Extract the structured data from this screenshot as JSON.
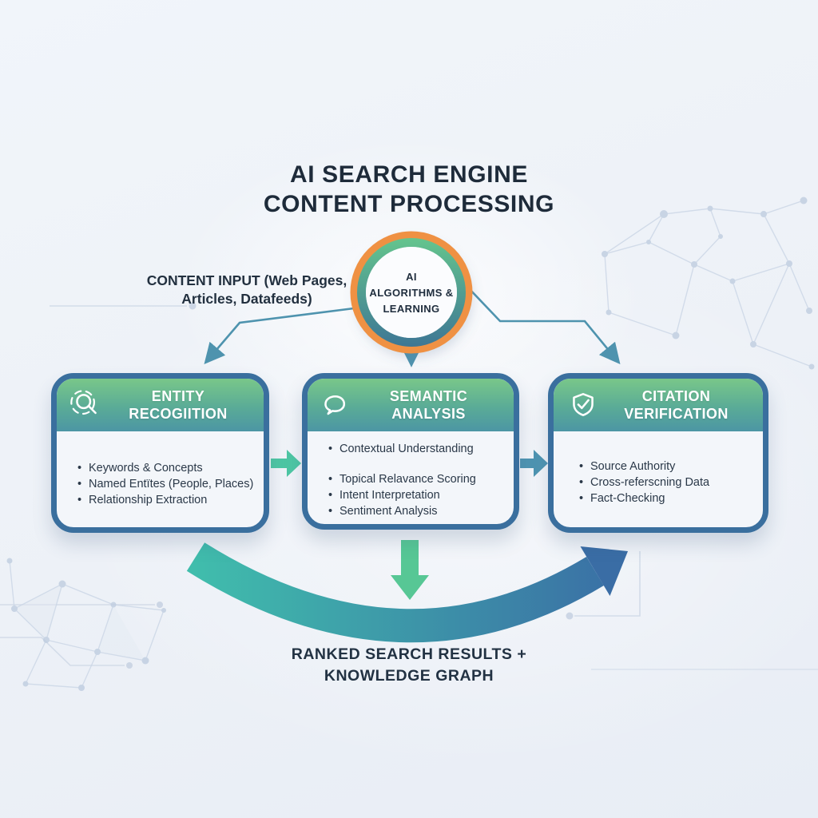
{
  "title": {
    "line1": "AI SEARCH ENGINE",
    "line2": "CONTENT PROCESSING"
  },
  "content_input": {
    "line1": "CONTENT INPUT (Web Pages,",
    "line2": "Articles, Datafeeds)"
  },
  "center_node": {
    "line1": "AI",
    "line2": "ALGORITHMS &",
    "line3": "LEARNING"
  },
  "boxes": [
    {
      "title_line1": "ENTITY",
      "title_line2": "RECOGIITION",
      "icon": "magnifier-scan-icon",
      "items": [
        "Keywords & Concepts",
        "Named Entïtes (People, Places)",
        "Relationship Extraction"
      ]
    },
    {
      "title_line1": "SEMANTIC",
      "title_line2": "ANALYSIS",
      "icon": "speech-bubble-icon",
      "items": [
        "Contextual Understanding",
        "Topical Relavance Scoring",
        "Intent Interpretation",
        "Sentiment Analysis"
      ]
    },
    {
      "title_line1": "CITATION",
      "title_line2": "VERIFICATION",
      "icon": "shield-check-icon",
      "items": [
        "Source Authority",
        "Cross-referscning Data",
        "Fact-Checking"
      ]
    }
  ],
  "output": {
    "line1": "RANKED SEARCH RESULTS +",
    "line2": "KNOWLEDGE GRAPH"
  },
  "colors": {
    "background": "#edf1f7",
    "title_text": "#1e2b3a",
    "box_border": "#3a6f9e",
    "header_gradient_top": "#79c789",
    "header_gradient_bottom": "#4c96a4",
    "ring_orange": "#ef9143",
    "ring_gradient_top": "#66c88d",
    "ring_gradient_bottom": "#3b7295",
    "connector": "#4e93ae",
    "arrow_teal": "#4ec7a4",
    "arrow_blue": "#4f95b2",
    "arrow_green": "#57c795",
    "swoosh_start": "#40bdac",
    "swoosh_end": "#3a6da5",
    "decor_line": "#d3dce9",
    "decor_node": "#c2cfdf"
  }
}
